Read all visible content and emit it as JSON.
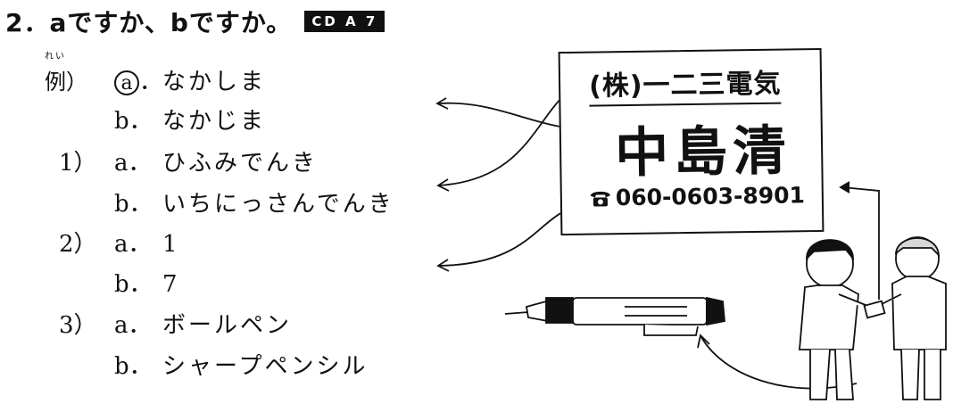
{
  "header": {
    "title": "2．aですか、bですか。",
    "cd_badge": "CD A 7"
  },
  "example": {
    "label": "例）",
    "ruby": "れい",
    "selected_letter": "a",
    "choices": [
      {
        "letter": "．",
        "text": "なかしま"
      },
      {
        "letter": "b．",
        "text": "なかじま"
      }
    ]
  },
  "questions": [
    {
      "number": "1）",
      "choices": [
        {
          "letter": "a．",
          "text": "ひふみでんき"
        },
        {
          "letter": "b．",
          "text": "いちにっさんでんき"
        }
      ]
    },
    {
      "number": "2）",
      "choices": [
        {
          "letter": "a．",
          "text": "1"
        },
        {
          "letter": "b．",
          "text": "7"
        }
      ]
    },
    {
      "number": "3）",
      "choices": [
        {
          "letter": "a．",
          "text": "ボールペン"
        },
        {
          "letter": "b．",
          "text": "シャープペンシル"
        }
      ]
    }
  ],
  "business_card": {
    "company": "(株)一二三電気",
    "name": "中島清",
    "phone": "060-0603-8901",
    "phone_icon": "telephone-icon"
  },
  "illustration": {
    "items": [
      "mechanical-pencil-icon",
      "two-businessmen-illustration"
    ]
  }
}
